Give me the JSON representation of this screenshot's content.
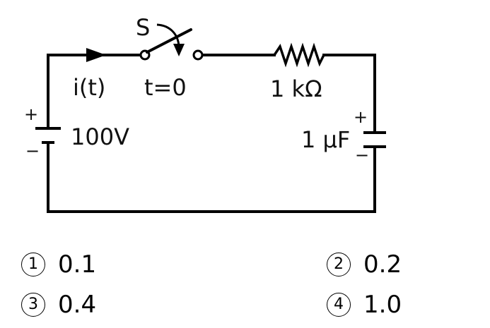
{
  "circuit": {
    "switch_label": "S",
    "current_label": "i(t)",
    "time_label": "t=0",
    "resistor_label": "1 kΩ",
    "source_label": "100V",
    "source_plus": "+",
    "source_minus": "−",
    "capacitor_label": "1 μF",
    "capacitor_plus": "+",
    "capacitor_minus": "−"
  },
  "choices": [
    {
      "number": "1",
      "value": "0.1"
    },
    {
      "number": "2",
      "value": "0.2"
    },
    {
      "number": "3",
      "value": "0.4"
    },
    {
      "number": "4",
      "value": "1.0"
    }
  ]
}
